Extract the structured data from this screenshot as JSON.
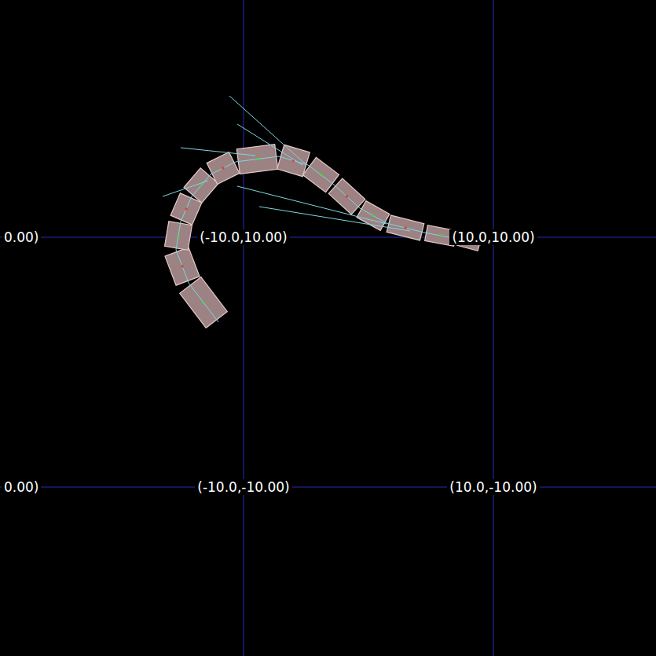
{
  "diagram": {
    "labels": [
      "0.00)",
      "(-10.0,10.00)",
      "(10.0,10.00)",
      "0.00)",
      "(-10.0,-10.00)",
      "(10.0,-10.00)"
    ]
  }
}
